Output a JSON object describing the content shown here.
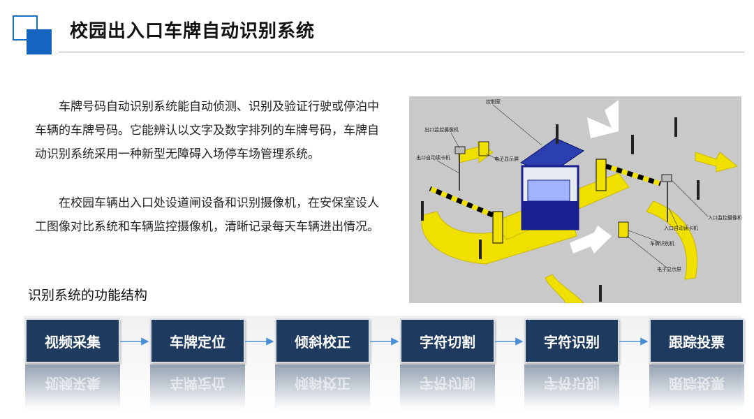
{
  "header": {
    "title": "校园出入口车牌自动识别系统"
  },
  "intro": {
    "paragraph1": "车牌号码自动识别系统能自动侦测、识别及验证行驶或停泊中车辆的车牌号码。它能辨认以文字及数字排列的车牌号码，车牌自动识别系统采用一种新型无障碍入场停车场管理系统。",
    "paragraph2": "在校园车辆出入口处设道闸设备和识别摄像机，在安保室设人工图像对比系统和车辆监控摄像机，清晰记录每天车辆进出情况。"
  },
  "illustration": {
    "labels": {
      "control_room": "控制室",
      "exit_camera": "出口监控摄像机",
      "exit_reader": "出口自动读卡机",
      "display_top": "电子显示屏",
      "entry_camera": "入口监控摄像机",
      "entry_reader": "入口自动读卡机",
      "plate_recognition": "车牌识别机",
      "display_bottom": "电子显示屏"
    }
  },
  "functions": {
    "title": "识别系统的功能结构",
    "steps": [
      "视频采集",
      "车牌定位",
      "倾斜校正",
      "字符切割",
      "字符识别",
      "跟踪投票"
    ]
  },
  "colors": {
    "accent": "#1565c0",
    "step_bg": "#1e3a5f",
    "arrow": "#4a8fd6",
    "road": "#c9c9c9",
    "curb": "#f0e000",
    "booth": "#1a1f8f"
  }
}
